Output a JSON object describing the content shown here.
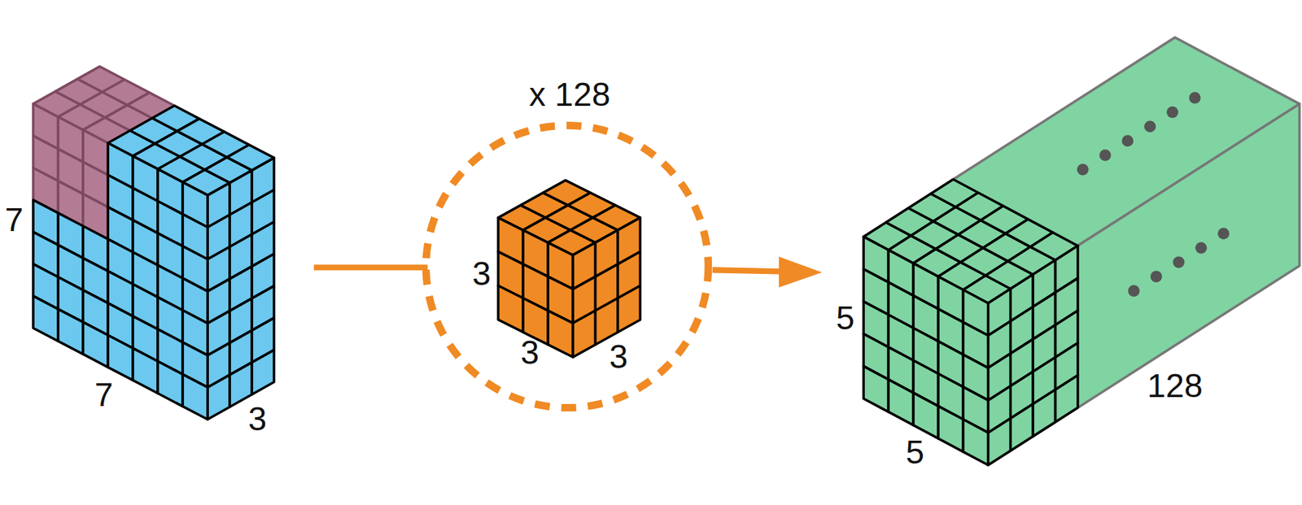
{
  "diagram": {
    "labels": [
      "7",
      "7",
      "3",
      "x 128",
      "3",
      "3",
      "3",
      "5",
      "5",
      "128"
    ]
  }
}
